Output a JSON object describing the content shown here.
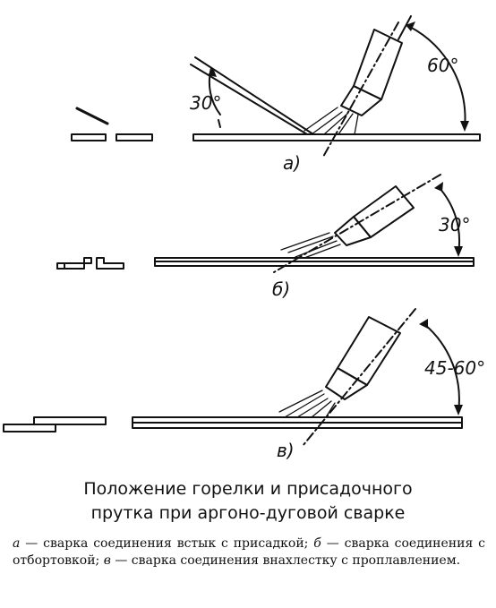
{
  "figure": {
    "panel_a": {
      "label": "а)",
      "rod_angle": "30°",
      "torch_angle": "60°"
    },
    "panel_b": {
      "label": "б)",
      "torch_angle": "30°"
    },
    "panel_c": {
      "label": "в)",
      "torch_angle": "45-60°"
    }
  },
  "caption": {
    "line1": "Положение горелки и присадочного",
    "line2": "прутка при аргоно-дуговой сварке"
  },
  "legend": {
    "a_key": "а",
    "a_text": "— сварка соединения встык с присадкой;",
    "b_key": "б",
    "b_text": "— сварка соединения с отбортовкой;",
    "c_key": "в",
    "c_text": "— сварка соединения внахлестку с проплавлением."
  }
}
